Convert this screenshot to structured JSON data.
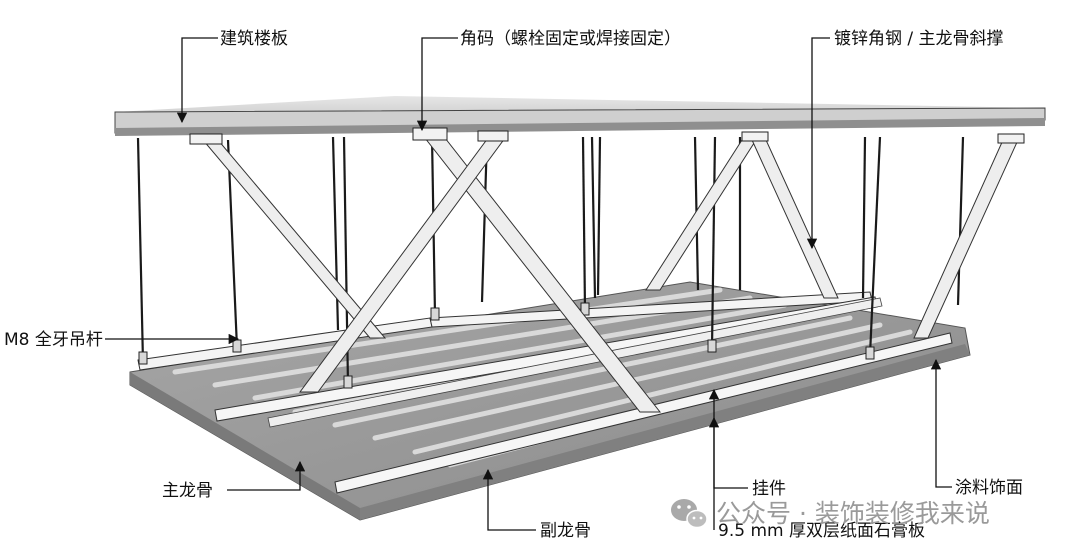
{
  "labels": {
    "floor_slab": "建筑楼板",
    "corner_code": "角码（螺栓固定或焊接固定）",
    "angle_steel": "镀锌角钢 / 主龙骨斜撑",
    "m8_rod": "M8 全牙吊杆",
    "main_keel": "主龙骨",
    "sub_keel": "副龙骨",
    "hanger": "挂件",
    "gypsum_board": "9.5 mm 厚双层纸面石膏板",
    "paint_finish": "涂料饰面"
  },
  "watermark": {
    "text": "公众号 · 装饰装修我来说",
    "icon": "wechat-icon"
  },
  "colors": {
    "slab_top": "#cfcfcf",
    "slab_front": "#8f8f8f",
    "board_top": "#9a9a9a",
    "keel": "#f4f4f4",
    "brace": "#ededed",
    "line": "#111111",
    "watermark": "#9a9a9a"
  }
}
